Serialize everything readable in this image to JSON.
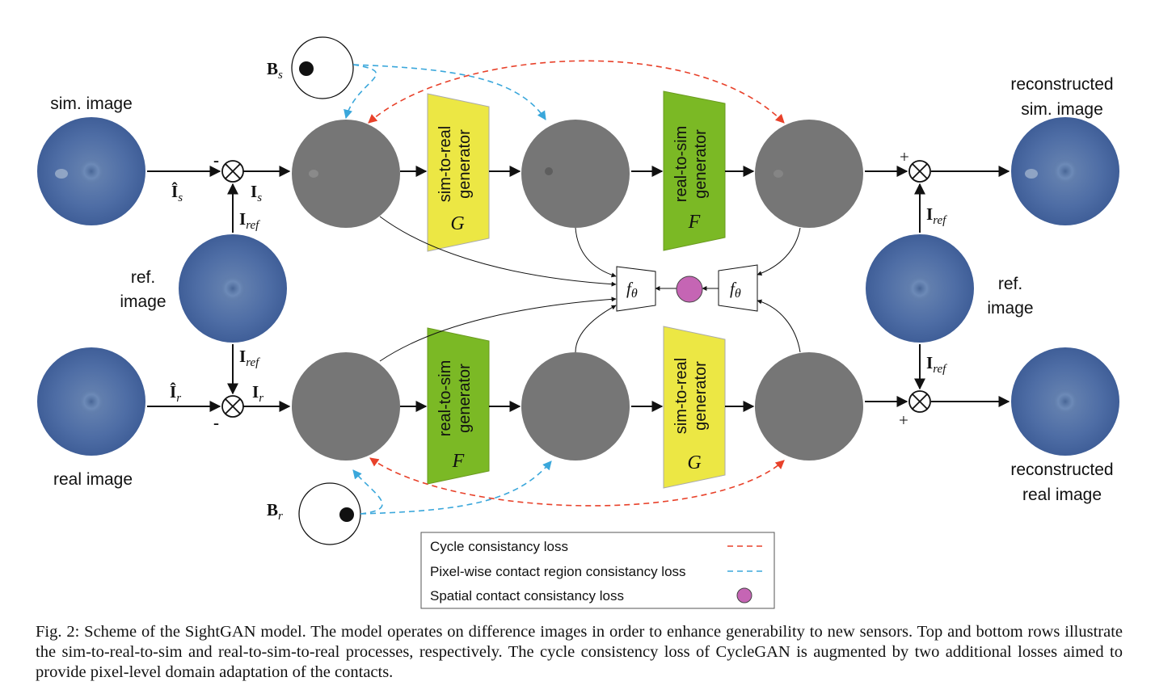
{
  "labels": {
    "sim_image": "sim. image",
    "real_image": "real image",
    "ref_image_line1": "ref.",
    "ref_image_line2": "image",
    "reconstructed_sim_line1": "reconstructed",
    "reconstructed_sim_line2": "sim. image",
    "reconstructed_real_line1": "reconstructed",
    "reconstructed_real_line2": "real image"
  },
  "math": {
    "I_hat": "Î",
    "I": "I",
    "B": "B",
    "sub_s": "s",
    "sub_r": "r",
    "sub_ref": "ref",
    "f_theta": "f",
    "theta": "θ",
    "minus": "-",
    "plus": "+"
  },
  "generators": {
    "sim_to_real_line1": "sim-to-real",
    "sim_to_real_line2": "generator",
    "real_to_sim_line1": "real-to-sim",
    "real_to_sim_line2": "generator",
    "G": "G",
    "F": "F"
  },
  "legend": {
    "items": [
      {
        "label": "Cycle consistancy loss",
        "marker": "red-dashed-line",
        "color": "#e8412a"
      },
      {
        "label": "Pixel-wise contact region consistancy loss",
        "marker": "blue-dashed-line",
        "color": "#3aa7db"
      },
      {
        "label": "Spatial contact consistancy loss",
        "marker": "magenta-dot",
        "color": "#c565b4"
      }
    ]
  },
  "colors": {
    "sim_to_real_gen": "#ece744",
    "real_to_sim_gen": "#7bb925",
    "diff_image": "#767676",
    "tactile_image": "#4d6ea5",
    "cycle_loss": "#e8412a",
    "pixel_loss": "#3aa7db",
    "spatial_loss": "#c565b4"
  },
  "caption": "Fig. 2: Scheme of the SightGAN model. The model operates on difference images in order to enhance generability to new sensors. Top and bottom rows illustrate the sim-to-real-to-sim and real-to-sim-to-real processes, respectively. The cycle consistency loss of CycleGAN is augmented by two additional losses aimed to provide pixel-level domain adaptation of the contacts."
}
